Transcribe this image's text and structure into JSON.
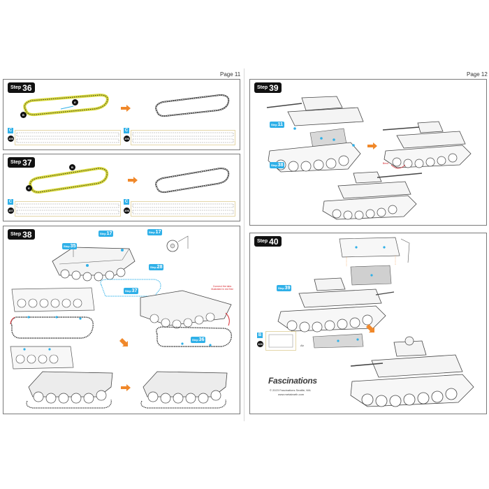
{
  "pages": {
    "left": {
      "page_label": "Page 11"
    },
    "right": {
      "page_label": "Page 12"
    }
  },
  "steps": {
    "step36": {
      "word": "Step",
      "number": "36",
      "callouts": [
        "B",
        "E"
      ],
      "sheets": [
        {
          "sheet": "C",
          "part": "105"
        },
        {
          "sheet": "C",
          "part": "106"
        }
      ]
    },
    "step37": {
      "word": "Step",
      "number": "37",
      "callouts": [
        "B",
        "E"
      ],
      "sheets": [
        {
          "sheet": "C",
          "part": "107"
        },
        {
          "sheet": "C",
          "part": "106"
        }
      ]
    },
    "step38": {
      "word": "Step",
      "number": "38",
      "refs": [
        "17",
        "35",
        "17",
        "28",
        "37",
        "36"
      ],
      "note": "Connect the tabs illustrated in red first"
    },
    "step39": {
      "word": "Step",
      "number": "39",
      "refs": [
        "11",
        "38"
      ],
      "note": "Bend"
    },
    "step40": {
      "word": "Step",
      "number": "40",
      "refs": [
        "39"
      ],
      "sheets": [
        {
          "sheet": "B",
          "part": "109"
        }
      ],
      "part_label": "Ab"
    }
  },
  "branding": {
    "logo": "Fascinations",
    "copyright": "© 2023 Fascinations Seattle, WA",
    "website": "www.metalearth.com"
  },
  "colors": {
    "accent_blue": "#2fb0e8",
    "track_yellow": "#d8d93a",
    "arrow_orange": "#f0882a",
    "fold_red": "#d7282f",
    "panel_border": "#7a7a7a"
  }
}
